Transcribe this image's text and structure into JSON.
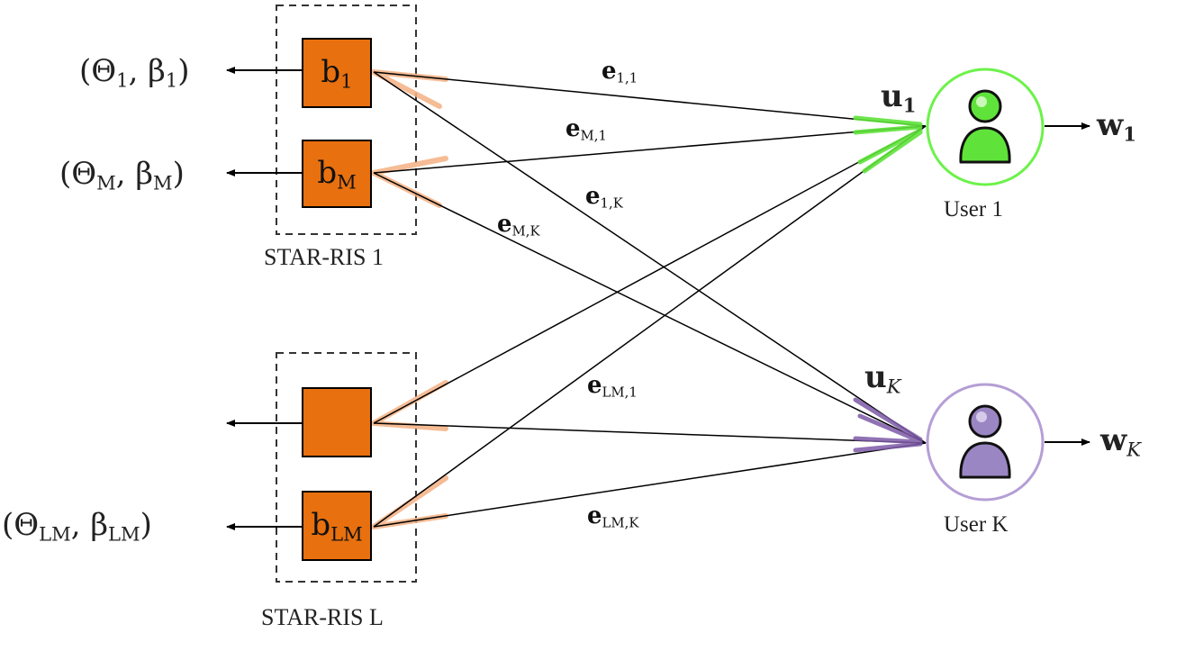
{
  "colors": {
    "element_fill": "#e8700f",
    "user1_accent": "#5fe33a",
    "userK_accent": "#7d5aa8",
    "userK_ring": "#b59ed6",
    "arrow_orange": "#f4b183",
    "line": "#000000"
  },
  "panels": {
    "ris1": {
      "caption": "STAR-RIS 1"
    },
    "risL": {
      "caption": "STAR-RIS L"
    }
  },
  "elements": {
    "b1": {
      "label_main": "b",
      "label_sub": "1"
    },
    "bM": {
      "label_main": "b",
      "label_sub": "M"
    },
    "bL1": {
      "label_main": "",
      "label_sub": ""
    },
    "bLM": {
      "label_main": "b",
      "label_sub": "LM"
    }
  },
  "outputs_left": {
    "b1": {
      "open": "(Θ",
      "sub1": "1",
      "mid": ", β",
      "sub2": "1",
      "close": ")"
    },
    "bM": {
      "open": "(Θ",
      "sub1": "M",
      "mid": ", β",
      "sub2": "M",
      "close": ")"
    },
    "bLM": {
      "open": "(Θ",
      "sub1": "LM",
      "mid": ", β",
      "sub2": "LM",
      "close": ")"
    }
  },
  "channels": {
    "e11": {
      "main": "e",
      "sub": "1,1"
    },
    "eM1": {
      "main": "e",
      "sub": "M,1"
    },
    "e1K": {
      "main": "e",
      "sub": "1,K"
    },
    "eMK": {
      "main": "e",
      "sub": "M,K"
    },
    "eLM1": {
      "main": "e",
      "sub": "LM,1"
    },
    "eLMK": {
      "main": "e",
      "sub": "LM,K"
    }
  },
  "users": {
    "user1": {
      "name": "User 1",
      "u_main": "u",
      "u_sub": "1",
      "w_main": "w",
      "w_sub": "1",
      "icon": "user-icon"
    },
    "userK": {
      "name": "User K",
      "u_main": "u",
      "u_sub": "K",
      "w_main": "w",
      "w_sub": "K",
      "icon": "user-icon"
    }
  }
}
